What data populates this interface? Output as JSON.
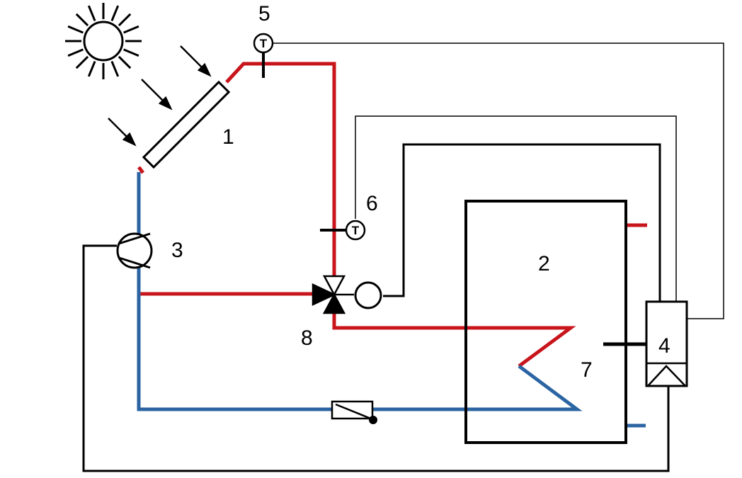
{
  "colors": {
    "hot": "#c8141b",
    "cold": "#2b64a3",
    "wire": "#000000"
  },
  "labels": {
    "collector": "1",
    "tank": "2",
    "pump": "3",
    "controller": "4",
    "sensor_collector": "5",
    "sensor_return": "6",
    "sensor_tank": "7",
    "valve": "8"
  },
  "sensor_glyph": "T",
  "icons": {
    "sun": "sun-icon",
    "pump": "pump-icon",
    "valve": "three-way-valve-icon",
    "actuator": "valve-actuator-icon",
    "check_valve": "check-valve-icon",
    "controller": "controller-icon"
  }
}
